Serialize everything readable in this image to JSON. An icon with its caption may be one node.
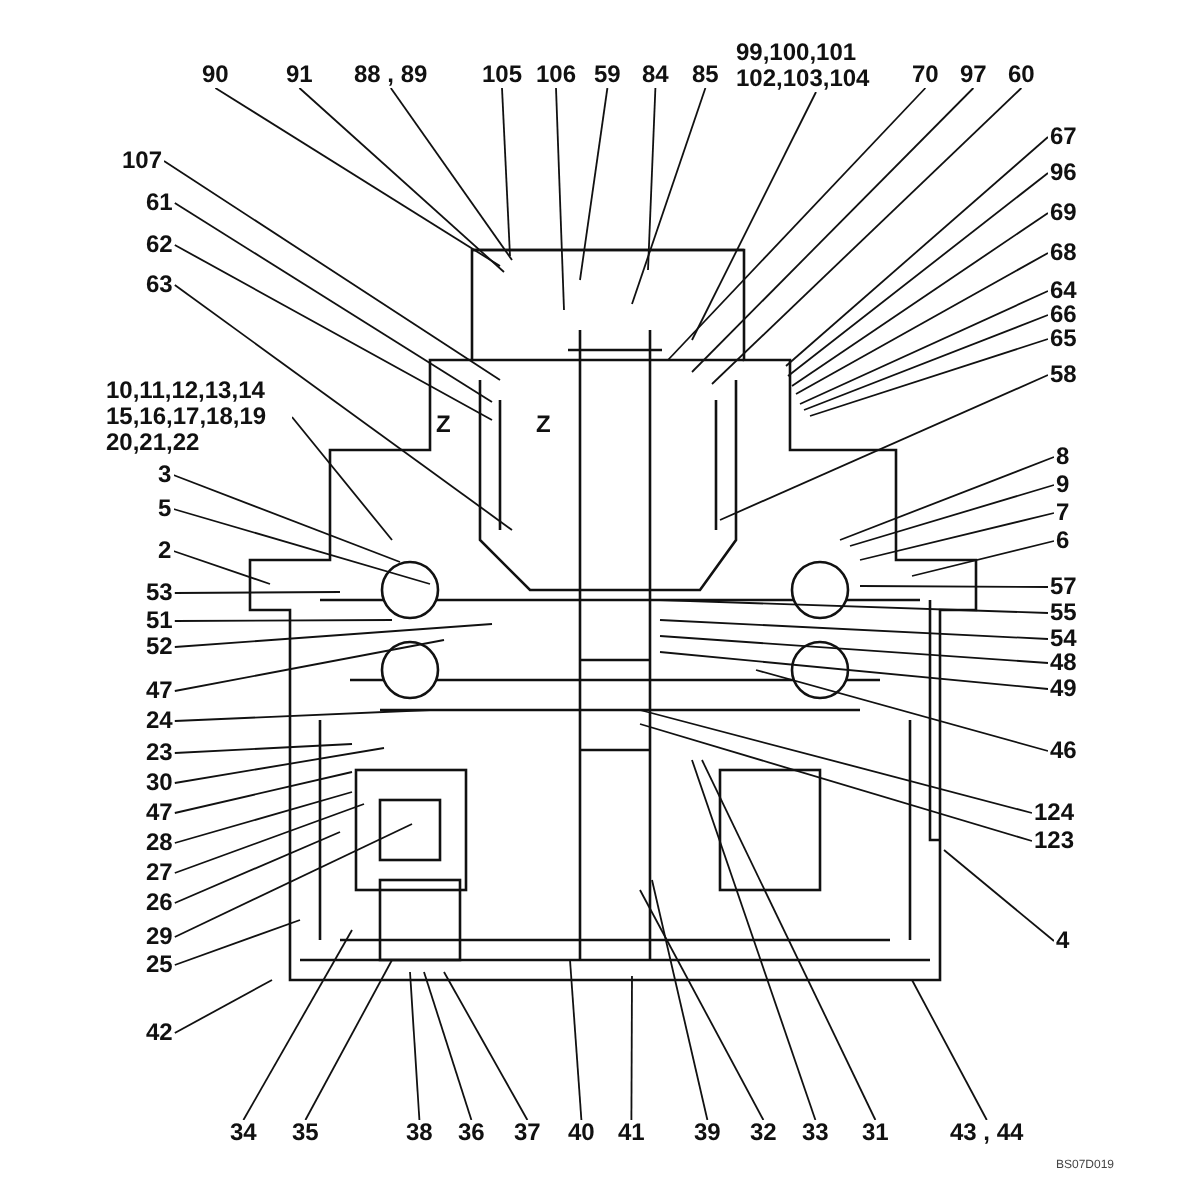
{
  "diagram": {
    "nodes": [
      {
        "text": [
          "90"
        ]
      },
      {
        "text": [
          "91"
        ]
      },
      {
        "text": [
          "88 , 89"
        ]
      },
      {
        "text": [
          "105"
        ]
      },
      {
        "text": [
          "106"
        ]
      },
      {
        "text": [
          "59"
        ]
      },
      {
        "text": [
          "84"
        ]
      },
      {
        "text": [
          "85"
        ]
      },
      {
        "text": [
          "99,100,101 102,103,104"
        ]
      },
      {
        "text": [
          "70"
        ]
      },
      {
        "text": [
          "97"
        ]
      },
      {
        "text": [
          "60"
        ]
      },
      {
        "text": [
          "107"
        ]
      },
      {
        "text": [
          "61"
        ]
      },
      {
        "text": [
          "62"
        ]
      },
      {
        "text": [
          "63"
        ]
      },
      {
        "text": [
          "10,11,12,13,14 15,16,17,18,19 20,21,22"
        ]
      },
      {
        "text": [
          "3"
        ]
      },
      {
        "text": [
          "5"
        ]
      },
      {
        "text": [
          "2"
        ]
      },
      {
        "text": [
          "53"
        ]
      },
      {
        "text": [
          "51"
        ]
      },
      {
        "text": [
          "52"
        ]
      },
      {
        "text": [
          "47"
        ]
      },
      {
        "text": [
          "24"
        ]
      },
      {
        "text": [
          "23"
        ]
      },
      {
        "text": [
          "30"
        ]
      },
      {
        "text": [
          "47"
        ]
      },
      {
        "text": [
          "28"
        ]
      },
      {
        "text": [
          "27"
        ]
      },
      {
        "text": [
          "26"
        ]
      },
      {
        "text": [
          "29"
        ]
      },
      {
        "text": [
          "25"
        ]
      },
      {
        "text": [
          "42"
        ]
      },
      {
        "text": [
          "67"
        ]
      },
      {
        "text": [
          "96"
        ]
      },
      {
        "text": [
          "69"
        ]
      },
      {
        "text": [
          "68"
        ]
      },
      {
        "text": [
          "64"
        ]
      },
      {
        "text": [
          "66"
        ]
      },
      {
        "text": [
          "65"
        ]
      },
      {
        "text": [
          "58"
        ]
      },
      {
        "text": [
          "8"
        ]
      },
      {
        "text": [
          "9"
        ]
      },
      {
        "text": [
          "7"
        ]
      },
      {
        "text": [
          "6"
        ]
      },
      {
        "text": [
          "57"
        ]
      },
      {
        "text": [
          "55"
        ]
      },
      {
        "text": [
          "54"
        ]
      },
      {
        "text": [
          "48"
        ]
      },
      {
        "text": [
          "49"
        ]
      },
      {
        "text": [
          "46"
        ]
      },
      {
        "text": [
          "124"
        ]
      },
      {
        "text": [
          "123"
        ]
      },
      {
        "text": [
          "4"
        ]
      },
      {
        "text": [
          "34"
        ]
      },
      {
        "text": [
          "35"
        ]
      },
      {
        "text": [
          "38"
        ]
      },
      {
        "text": [
          "36"
        ]
      },
      {
        "text": [
          "37"
        ]
      },
      {
        "text": [
          "40"
        ]
      },
      {
        "text": [
          "41"
        ]
      },
      {
        "text": [
          "39"
        ]
      },
      {
        "text": [
          "32"
        ]
      },
      {
        "text": [
          "33"
        ]
      },
      {
        "text": [
          "31"
        ]
      },
      {
        "text": [
          "43 , 44"
        ]
      }
    ],
    "edges": [
      {
        "from": 0,
        "to": null,
        "arrow": "none"
      },
      {
        "from": 1,
        "to": null,
        "arrow": "none"
      },
      {
        "from": 2,
        "to": null,
        "arrow": "none"
      },
      {
        "from": 3,
        "to": null,
        "arrow": "none"
      },
      {
        "from": 4,
        "to": null,
        "arrow": "none"
      },
      {
        "from": 5,
        "to": null,
        "arrow": "none"
      },
      {
        "from": 6,
        "to": null,
        "arrow": "none"
      },
      {
        "from": 7,
        "to": null,
        "arrow": "none"
      },
      {
        "from": 8,
        "to": null,
        "arrow": "none"
      },
      {
        "from": 9,
        "to": null,
        "arrow": "none"
      },
      {
        "from": 10,
        "to": null,
        "arrow": "none"
      },
      {
        "from": 11,
        "to": null,
        "arrow": "none"
      },
      {
        "from": 12,
        "to": null,
        "arrow": "none"
      },
      {
        "from": 13,
        "to": null,
        "arrow": "none"
      },
      {
        "from": 14,
        "to": null,
        "arrow": "none"
      },
      {
        "from": 15,
        "to": null,
        "arrow": "none"
      },
      {
        "from": 16,
        "to": null,
        "arrow": "none"
      },
      {
        "from": 17,
        "to": null,
        "arrow": "none"
      },
      {
        "from": 18,
        "to": null,
        "arrow": "none"
      },
      {
        "from": 19,
        "to": null,
        "arrow": "none"
      },
      {
        "from": 20,
        "to": null,
        "arrow": "none"
      },
      {
        "from": 21,
        "to": null,
        "arrow": "none"
      },
      {
        "from": 22,
        "to": null,
        "arrow": "none"
      },
      {
        "from": 23,
        "to": null,
        "arrow": "none"
      },
      {
        "from": 24,
        "to": null,
        "arrow": "none"
      },
      {
        "from": 25,
        "to": null,
        "arrow": "none"
      },
      {
        "from": 26,
        "to": null,
        "arrow": "none"
      },
      {
        "from": 27,
        "to": null,
        "arrow": "none"
      },
      {
        "from": 28,
        "to": null,
        "arrow": "none"
      },
      {
        "from": 29,
        "to": null,
        "arrow": "none"
      },
      {
        "from": 30,
        "to": null,
        "arrow": "none"
      },
      {
        "from": 31,
        "to": null,
        "arrow": "none"
      },
      {
        "from": 32,
        "to": null,
        "arrow": "none"
      },
      {
        "from": 33,
        "to": null,
        "arrow": "none"
      },
      {
        "from": 34,
        "to": null,
        "arrow": "none"
      },
      {
        "from": 35,
        "to": null,
        "arrow": "none"
      },
      {
        "from": 36,
        "to": null,
        "arrow": "none"
      },
      {
        "from": 37,
        "to": null,
        "arrow": "none"
      },
      {
        "from": 38,
        "to": null,
        "arrow": "none"
      },
      {
        "from": 39,
        "to": null,
        "arrow": "none"
      },
      {
        "from": 40,
        "to": null,
        "arrow": "none"
      },
      {
        "from": 41,
        "to": null,
        "arrow": "none"
      },
      {
        "from": 42,
        "to": null,
        "arrow": "none"
      },
      {
        "from": 43,
        "to": null,
        "arrow": "none"
      },
      {
        "from": 44,
        "to": null,
        "arrow": "none"
      },
      {
        "from": 45,
        "to": null,
        "arrow": "none"
      },
      {
        "from": 46,
        "to": null,
        "arrow": "none"
      },
      {
        "from": 47,
        "to": null,
        "arrow": "none"
      },
      {
        "from": 48,
        "to": null,
        "arrow": "none"
      },
      {
        "from": 49,
        "to": null,
        "arrow": "none"
      },
      {
        "from": 50,
        "to": null,
        "arrow": "none"
      },
      {
        "from": 51,
        "to": null,
        "arrow": "none"
      },
      {
        "from": 52,
        "to": null,
        "arrow": "none"
      },
      {
        "from": 53,
        "to": null,
        "arrow": "none"
      },
      {
        "from": 54,
        "to": null,
        "arrow": "none"
      },
      {
        "from": 55,
        "to": null,
        "arrow": "none"
      },
      {
        "from": 56,
        "to": null,
        "arrow": "none"
      },
      {
        "from": 57,
        "to": null,
        "arrow": "none"
      },
      {
        "from": 58,
        "to": null,
        "arrow": "none"
      },
      {
        "from": 59,
        "to": null,
        "arrow": "none"
      },
      {
        "from": 60,
        "to": null,
        "arrow": "none"
      },
      {
        "from": 61,
        "to": null,
        "arrow": "none"
      },
      {
        "from": 62,
        "to": null,
        "arrow": "none"
      },
      {
        "from": 63,
        "to": null,
        "arrow": "none"
      },
      {
        "from": 64,
        "to": null,
        "arrow": "none"
      },
      {
        "from": 65,
        "to": null,
        "arrow": "none"
      },
      {
        "from": 66,
        "to": null,
        "arrow": "none"
      }
    ],
    "labels": [
      "Z",
      "Z",
      "BS07D019"
    ]
  }
}
